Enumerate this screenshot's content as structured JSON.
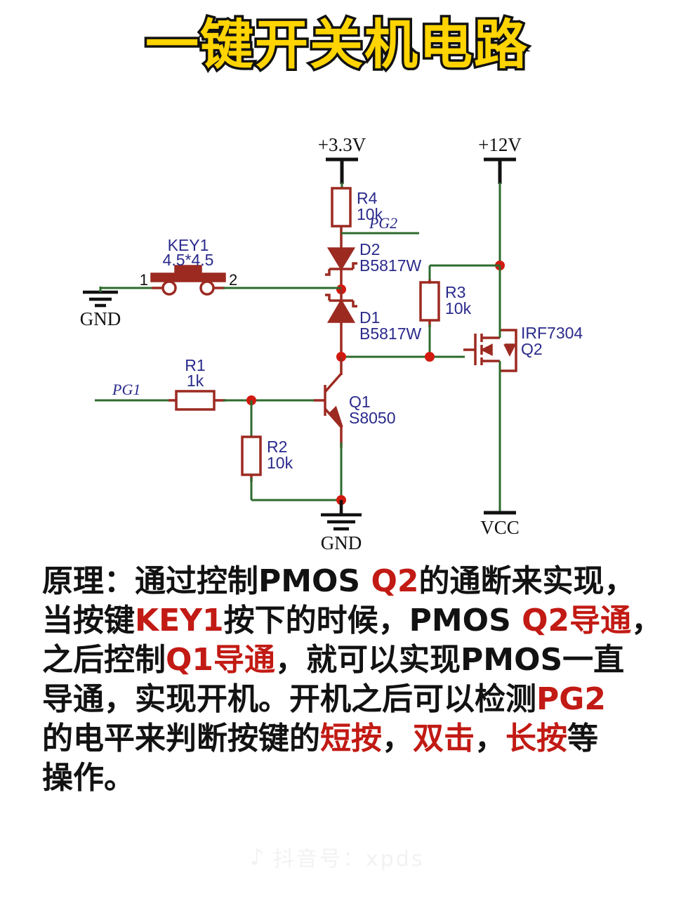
{
  "title": "一键开关机电路",
  "schematic": {
    "power_labels": {
      "vcc33": "+3.3V",
      "v12": "+12V",
      "vcc_bottom": "VCC",
      "gnd_left": "GND",
      "gnd_bottom": "GND"
    },
    "net_labels": {
      "pg1": "PG1",
      "pg2": "PG2"
    },
    "components": [
      {
        "ref": "R4",
        "value": "10k",
        "type": "resistor"
      },
      {
        "ref": "R3",
        "value": "10k",
        "type": "resistor"
      },
      {
        "ref": "R2",
        "value": "10k",
        "type": "resistor"
      },
      {
        "ref": "R1",
        "value": "1k",
        "type": "resistor"
      },
      {
        "ref": "D2",
        "value": "B5817W",
        "type": "schottky-diode"
      },
      {
        "ref": "D1",
        "value": "B5817W",
        "type": "schottky-diode"
      },
      {
        "ref": "Q1",
        "value": "S8050",
        "type": "npn-transistor"
      },
      {
        "ref": "Q2",
        "value": "IRF7304",
        "type": "pmos-mosfet"
      },
      {
        "ref": "KEY1",
        "value": "4.5*4.5",
        "type": "push-button"
      }
    ],
    "r4": {
      "ref": "R4",
      "value": "10k"
    },
    "r3": {
      "ref": "R3",
      "value": "10k"
    },
    "r2": {
      "ref": "R2",
      "value": "10k"
    },
    "r1": {
      "ref": "R1",
      "value": "1k"
    },
    "d2": {
      "ref": "D2",
      "value": "B5817W"
    },
    "d1": {
      "ref": "D1",
      "value": "B5817W"
    },
    "q1": {
      "ref": "Q1",
      "value": "S8050"
    },
    "q2": {
      "ref": "Q2",
      "value": "IRF7304"
    },
    "key1": {
      "ref": "KEY1",
      "value": "4.5*4.5",
      "pin1": "1",
      "pin2": "2"
    },
    "colors": {
      "wire": "#2d6b2d",
      "symbol": "#9c2a21",
      "junction": "#d11a10",
      "label": "#2a2a8c",
      "power_text": "#111111"
    }
  },
  "explanation": {
    "lines": [
      [
        {
          "t": "原理：通过控制PMOS ",
          "hl": false
        },
        {
          "t": "Q2",
          "hl": true
        },
        {
          "t": "的通断来实现，",
          "hl": false
        }
      ],
      [
        {
          "t": "当按键",
          "hl": false
        },
        {
          "t": "KEY1",
          "hl": true
        },
        {
          "t": "按下的时候，PMOS ",
          "hl": false
        },
        {
          "t": "Q2导通",
          "hl": true
        },
        {
          "t": "，",
          "hl": false
        }
      ],
      [
        {
          "t": "之后控制",
          "hl": false
        },
        {
          "t": "Q1导通",
          "hl": true
        },
        {
          "t": "，就可以实现PMOS一直",
          "hl": false
        }
      ],
      [
        {
          "t": "导通，实现开机。开机之后可以检测",
          "hl": false
        },
        {
          "t": "PG2",
          "hl": true
        }
      ],
      [
        {
          "t": "的电平来判断按键的",
          "hl": false
        },
        {
          "t": "短按",
          "hl": true
        },
        {
          "t": "，",
          "hl": false
        },
        {
          "t": "双击",
          "hl": true
        },
        {
          "t": "，",
          "hl": false
        },
        {
          "t": "长按",
          "hl": true
        },
        {
          "t": "等",
          "hl": false
        }
      ],
      [
        {
          "t": "操作。",
          "hl": false
        }
      ]
    ]
  },
  "watermark": {
    "icon": "music-note-icon",
    "text": "抖音号：xpds"
  }
}
